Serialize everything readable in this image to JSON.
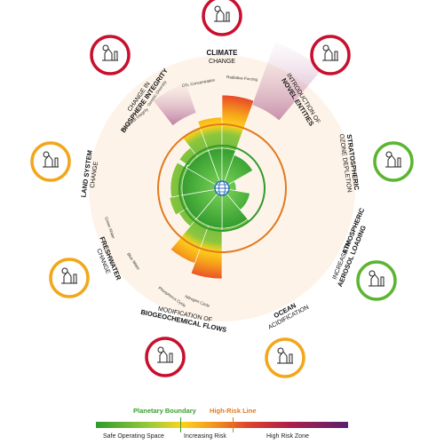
{
  "center_icon": "globe-icon",
  "boundaries": {
    "climate": {
      "line1": "CLIMATE",
      "line2": "CHANGE",
      "sub": [
        "CO₂ Concentration",
        "Radiative Forcing"
      ],
      "icon": "thermometer-landscape-icon",
      "status_color": "#c8102e"
    },
    "novel": {
      "line1": "INTRODUCTION OF",
      "line2": "NOVEL ENTITIES",
      "icon": "chemical-bottles-icon",
      "status_color": "#c8102e"
    },
    "ozone": {
      "line1": "STRATOSPHERIC",
      "line2": "OZONE DEPLETION",
      "icon": "ozone-layer-icon",
      "status_color": "#5cb531"
    },
    "aerosol": {
      "line1": "INCREASE IN",
      "line2": "ATMOSPHERIC",
      "line3": "AEROSOL LOADING",
      "icon": "forest-particles-icon",
      "status_color": "#5cb531"
    },
    "ocean": {
      "line1": "OCEAN",
      "line2": "ACIDIFICATION",
      "icon": "ocean-ph-icon",
      "status_color": "#f2a71b"
    },
    "biogeo": {
      "line1": "MODIFICATION OF",
      "line2": "BIOGEOCHEMICAL FLOWS",
      "sub": [
        "Phosphorus Cycle",
        "Nitrogen Cycle"
      ],
      "icon": "crops-icon",
      "status_color": "#c8102e"
    },
    "freshwater": {
      "line1": "FRESHWATER",
      "line2": "CHANGE",
      "sub": [
        "Green Water",
        "Blue Water"
      ],
      "icon": "water-drop-icon",
      "status_color": "#f2a71b"
    },
    "land": {
      "line1": "LAND SYSTEM",
      "line2": "CHANGE",
      "icon": "tree-stump-icon",
      "status_color": "#f2a71b"
    },
    "biosphere": {
      "line1": "CHANGE IN",
      "line2": "BIOSPHERE INTEGRITY",
      "sub": [
        "Functional Integrity",
        "Genetic Diversity"
      ],
      "icon": "biodiversity-icon",
      "status_color": "#c8102e"
    }
  },
  "legend": {
    "planetary_boundary": "Planetary Boundary",
    "high_risk_line": "High-Risk Line",
    "safe": "Safe Operating Space",
    "increasing": "Increasing Risk",
    "high_risk_zone": "High Risk Zone",
    "colors": {
      "safe": "#2f9a2c",
      "boundary": "#3a9d2f",
      "high_risk": "#e07a1f"
    }
  }
}
